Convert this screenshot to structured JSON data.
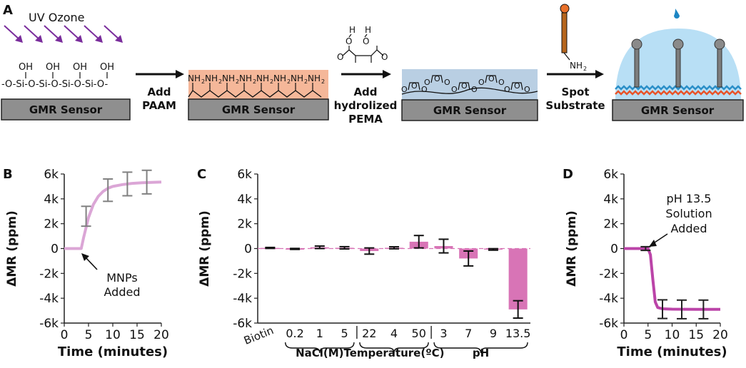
{
  "panel_labels": {
    "a": "A",
    "b": "B",
    "c": "C",
    "d": "D"
  },
  "schematic": {
    "uv_label": "UV Ozone",
    "sensor_label": "GMR Sensor",
    "step1": [
      "Add",
      "PAAM"
    ],
    "step2": [
      "Add",
      "hydrolized",
      "PEMA"
    ],
    "step3": [
      "Spot",
      "Substrate"
    ],
    "silanol": {
      "oh": "OH",
      "chain": "-O-Si-O-Si-O-Si-O-Si-O-"
    },
    "amine": "NH",
    "amine_sub": "2",
    "hydroxyl_o": "O",
    "hydroxyl_h": "H",
    "anhydride_o": "O",
    "colors": {
      "uv_arrow": "#7a2d9c",
      "paam": "#f5b799",
      "pema": "#b9cfe3",
      "droplet": "#b8dff5",
      "wave_blue": "#2b8fc8",
      "wave_red": "#e8542a",
      "probe_head": "#e8702a",
      "probe_stem": "#b5651d"
    }
  },
  "chart_data": [
    {
      "type": "line",
      "panel": "B",
      "xlabel": "Time (minutes)",
      "ylabel": "ΔMR (ppm)",
      "xlim": [
        0,
        20
      ],
      "ylim": [
        -6000,
        6000
      ],
      "xticks": [
        "0",
        "5",
        "10",
        "15",
        "20"
      ],
      "yticks": [
        "6k",
        "4k",
        "2k",
        "0",
        "-2k",
        "-4k",
        "-6k"
      ],
      "annotation": [
        "MNPs",
        "Added"
      ],
      "color": "#dba6d6",
      "curve": [
        [
          0,
          0
        ],
        [
          3.5,
          0
        ],
        [
          4,
          900
        ],
        [
          5,
          2500
        ],
        [
          6,
          3550
        ],
        [
          7,
          4200
        ],
        [
          8,
          4600
        ],
        [
          9,
          4850
        ],
        [
          10,
          5000
        ],
        [
          12,
          5150
        ],
        [
          14,
          5250
        ],
        [
          16,
          5300
        ],
        [
          18,
          5330
        ],
        [
          20,
          5350
        ]
      ],
      "errorbars": [
        {
          "x": 4.5,
          "y": 2600,
          "err": 800
        },
        {
          "x": 9,
          "y": 4700,
          "err": 900
        },
        {
          "x": 13,
          "y": 5200,
          "err": 950
        },
        {
          "x": 17,
          "y": 5350,
          "err": 950
        }
      ],
      "errorbar_color": "#808080"
    },
    {
      "type": "bar",
      "panel": "C",
      "ylabel": "ΔMR (ppm)",
      "ylim": [
        -6000,
        6000
      ],
      "yticks": [
        "6k",
        "4k",
        "2k",
        "0",
        "-2k",
        "-4k",
        "-6k"
      ],
      "categories": [
        "Biotin",
        "0.2",
        "1",
        "5",
        "22",
        "4",
        "50",
        "3",
        "7",
        "9",
        "13.5"
      ],
      "values": [
        50,
        -30,
        100,
        60,
        -200,
        60,
        550,
        200,
        -800,
        -70,
        -4900
      ],
      "errors": [
        40,
        40,
        100,
        90,
        250,
        80,
        500,
        550,
        600,
        60,
        700
      ],
      "group_labels": [
        "NaCl(M)",
        "Temperature(ºC)",
        "pH"
      ],
      "color": "#d874b6"
    },
    {
      "type": "line",
      "panel": "D",
      "xlabel": "Time (minutes)",
      "ylabel": "ΔMR (ppm)",
      "xlim": [
        0,
        20
      ],
      "ylim": [
        -6000,
        6000
      ],
      "xticks": [
        "0",
        "5",
        "10",
        "15",
        "20"
      ],
      "yticks": [
        "6k",
        "4k",
        "2k",
        "0",
        "-2k",
        "-4k",
        "-6k"
      ],
      "annotation": [
        "pH 13.5",
        "Solution",
        "Added"
      ],
      "color": "#bb44a8",
      "curve": [
        [
          0,
          0
        ],
        [
          5,
          0
        ],
        [
          5.5,
          -500
        ],
        [
          6,
          -2500
        ],
        [
          6.5,
          -4300
        ],
        [
          7,
          -4750
        ],
        [
          8,
          -4850
        ],
        [
          10,
          -4880
        ],
        [
          15,
          -4900
        ],
        [
          20,
          -4900
        ]
      ],
      "errorbars": [
        {
          "x": 4.5,
          "y": 0,
          "err": 150
        },
        {
          "x": 8,
          "y": -4880,
          "err": 750
        },
        {
          "x": 12,
          "y": -4900,
          "err": 750
        },
        {
          "x": 16.5,
          "y": -4900,
          "err": 750
        }
      ],
      "errorbar_color": "#222222"
    }
  ]
}
